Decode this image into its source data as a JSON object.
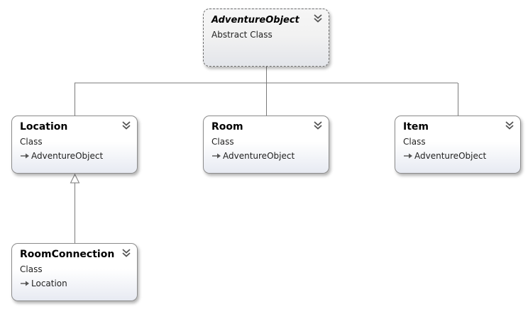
{
  "classes": {
    "adventure_object": {
      "name": "AdventureObject",
      "kind": "Abstract Class"
    },
    "location": {
      "name": "Location",
      "kind": "Class",
      "base": "AdventureObject"
    },
    "room": {
      "name": "Room",
      "kind": "Class",
      "base": "AdventureObject"
    },
    "item": {
      "name": "Item",
      "kind": "Class",
      "base": "AdventureObject"
    },
    "room_connection": {
      "name": "RoomConnection",
      "kind": "Class",
      "base": "Location"
    }
  },
  "icons": {
    "expand": "double-chevron-down-icon",
    "inherits": "inheritance-arrow-icon"
  },
  "colors": {
    "border": "#8c8c8c",
    "connector": "#7a7a7a",
    "gradient_bottom": "#e7eaf2"
  }
}
